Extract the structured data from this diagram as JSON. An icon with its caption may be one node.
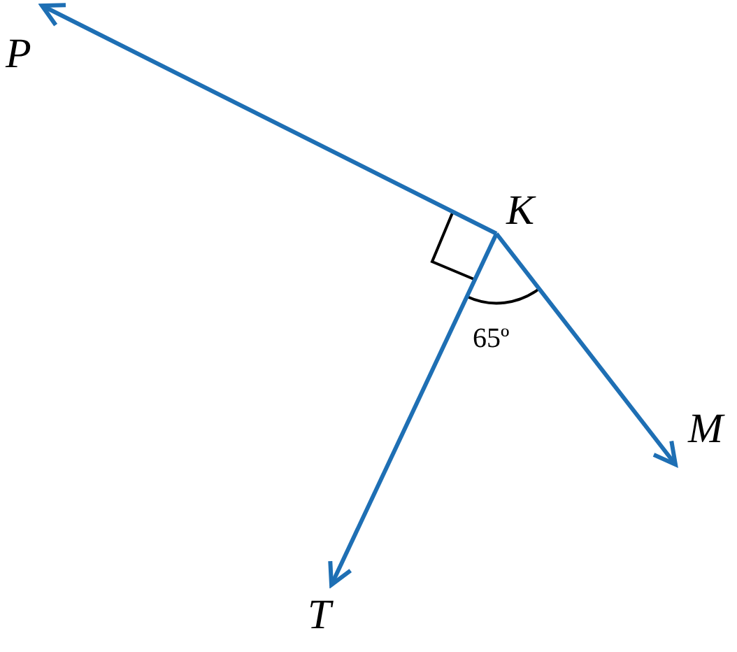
{
  "diagram": {
    "nodes": [
      {
        "text": [
          "K"
        ]
      },
      {
        "text": [
          "P"
        ]
      },
      {
        "text": [
          "T"
        ]
      },
      {
        "text": [
          "M"
        ]
      }
    ],
    "edges": [
      {
        "from": 0,
        "to": 1,
        "arrow": "to"
      },
      {
        "from": 0,
        "to": 2,
        "arrow": "to"
      },
      {
        "from": 0,
        "to": 3,
        "arrow": "to"
      }
    ],
    "labels": [
      "65º"
    ]
  }
}
